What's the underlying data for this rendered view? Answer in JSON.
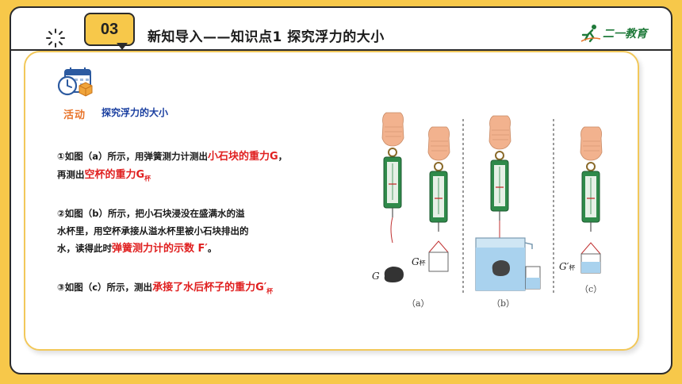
{
  "header": {
    "section_number": "03",
    "title": "新知导入——知识点1 探究浮力的大小",
    "logo_text": "二一教育"
  },
  "activity": {
    "label": "活动",
    "title": "探究浮力的大小"
  },
  "steps": {
    "s1_a": "①如图（a）所示，用弹簧测力计测出",
    "s1_b": "小石块的重力G",
    "s1_c": "，",
    "s1_d": "再测出",
    "s1_e": "空杯的重力G",
    "s1_e_sub": "杯",
    "s2_a": "②如图（b）所示，把小石块浸没在盛满水的溢",
    "s2_b": "水杯里，用空杯承接从溢水杯里被小石块排出的",
    "s2_c": "水，读得此时",
    "s2_d": "弹簧测力计的示数 F′",
    "s2_e": "。",
    "s3_a": "③如图（c）所示，测出",
    "s3_b": "承接了水后杯子的重力G′",
    "s3_b_sub": "杯"
  },
  "figure": {
    "label_g": "G",
    "label_g_cup": "G",
    "label_g_cup_sub": "杯",
    "label_g_prime_cup": "G′",
    "label_g_prime_cup_sub": "杯",
    "caption_a": "（a）",
    "caption_b": "（b）",
    "caption_c": "（c）"
  },
  "colors": {
    "background": "#f7c84a",
    "accent_red": "#e02020",
    "accent_blue": "#1a3fa0",
    "accent_orange": "#e8742a",
    "scale_green": "#2f8a4a"
  }
}
